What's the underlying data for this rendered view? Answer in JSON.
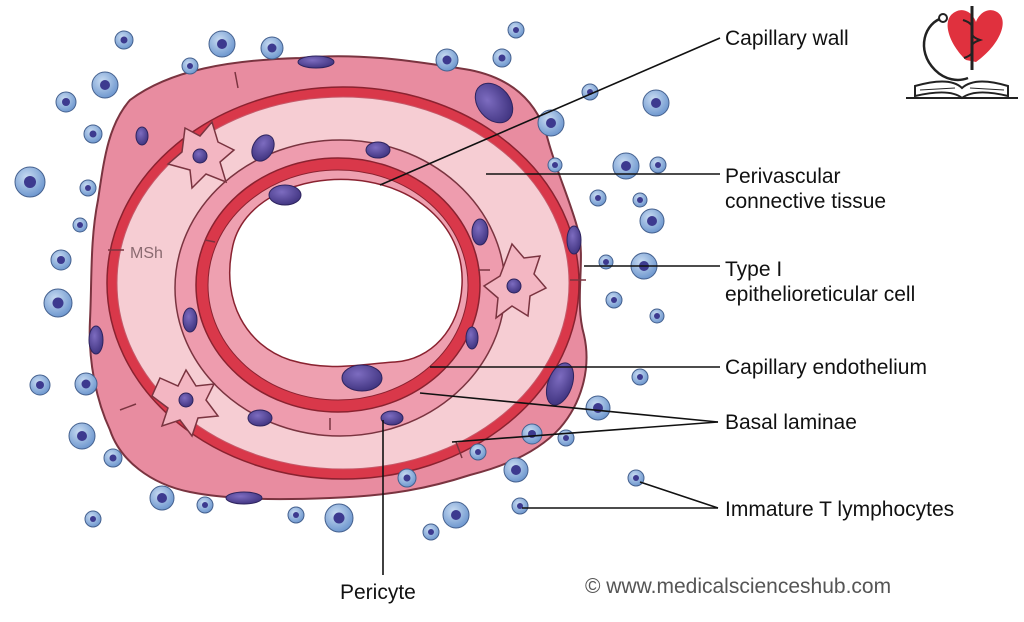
{
  "labels": {
    "capillary_wall": "Capillary wall",
    "perivascular_line1": "Perivascular",
    "perivascular_line2": "connective tissue",
    "type1_line1": "Type I",
    "type1_line2": "epithelioreticular cell",
    "capillary_endothelium": "Capillary endothelium",
    "basal_laminae": "Basal laminae",
    "immature_t": "Immature T lymphocytes",
    "pericyte": "Pericyte",
    "msh": "MSh"
  },
  "copyright": "© www.medicalscienceshub.com",
  "colors": {
    "outer_sheath": "#e88ca0",
    "connective_tissue": "#f6cdd3",
    "lamina_red": "#d9384a",
    "lumen": "#ffffff",
    "nucleus": "#5b4aa0",
    "lymphocyte_cell": "#86aedb",
    "lymphocyte_nucleus": "#3d3a8f",
    "logo_heart": "#e0313e",
    "leader_line": "#111111"
  },
  "icons": {
    "logo": "heart-caduceus-book-logo"
  }
}
